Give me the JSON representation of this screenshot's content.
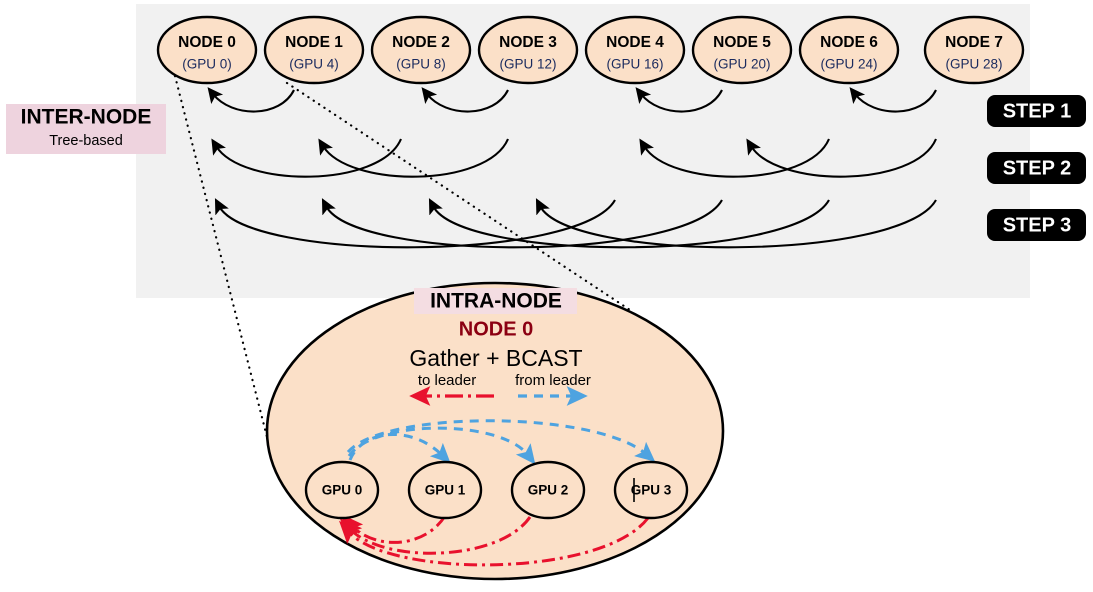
{
  "figure": {
    "title_inter": "INTER-NODE",
    "subtitle_inter": "Tree-based",
    "title_intra": "INTRA-NODE",
    "intra_node_name": "NODE 0",
    "intra_operation": "Gather + BCAST"
  },
  "nodes": [
    {
      "name": "NODE 0",
      "gpu": "(GPU 0)"
    },
    {
      "name": "NODE 1",
      "gpu": "(GPU 4)"
    },
    {
      "name": "NODE 2",
      "gpu": "(GPU 8)"
    },
    {
      "name": "NODE 3",
      "gpu": "(GPU 12)"
    },
    {
      "name": "NODE 4",
      "gpu": "(GPU 16)"
    },
    {
      "name": "NODE 5",
      "gpu": "(GPU 20)"
    },
    {
      "name": "NODE 6",
      "gpu": "(GPU 24)"
    },
    {
      "name": "NODE 7",
      "gpu": "(GPU 28)"
    }
  ],
  "steps": [
    {
      "label": "STEP 1"
    },
    {
      "label": "STEP 2"
    },
    {
      "label": "STEP 3"
    }
  ],
  "gpus": [
    {
      "label": "GPU 0"
    },
    {
      "label": "GPU 1"
    },
    {
      "label": "GPU 2"
    },
    {
      "label": "GPU 3"
    }
  ],
  "legend": [
    {
      "label": "to leader",
      "color": "#e8112d",
      "style": "dash-dot",
      "direction": "left"
    },
    {
      "label": "from leader",
      "color": "#4ea3e0",
      "style": "dashed",
      "direction": "right"
    }
  ],
  "colors": {
    "node_fill": "#fbe0c8",
    "panel_bg": "#f1f1f1",
    "pink_label": "#eed3de",
    "red_accent": "#e8112d",
    "blue_accent": "#4ea3e0",
    "dark_red_text": "#8b0012",
    "badge_bg": "#000000",
    "badge_text": "#ffffff"
  },
  "chart_data": {
    "type": "diagram",
    "title": "Hierarchical tree-based inter-node allreduce with intra-node gather + broadcast",
    "inter_node_steps": [
      {
        "step": "STEP 1",
        "distance": 1,
        "edges": [
          [
            1,
            0
          ],
          [
            3,
            2
          ],
          [
            5,
            4
          ],
          [
            7,
            6
          ]
        ]
      },
      {
        "step": "STEP 2",
        "distance": 2,
        "edges": [
          [
            2,
            0
          ],
          [
            3,
            1
          ],
          [
            6,
            4
          ],
          [
            7,
            5
          ]
        ]
      },
      {
        "step": "STEP 3",
        "distance": 4,
        "edges": [
          [
            4,
            0
          ],
          [
            5,
            1
          ],
          [
            6,
            2
          ],
          [
            7,
            3
          ]
        ]
      }
    ],
    "intra_node_edges": {
      "gather_to_leader": [
        [
          1,
          0
        ],
        [
          2,
          0
        ],
        [
          3,
          0
        ]
      ],
      "bcast_from_leader": [
        [
          0,
          1
        ],
        [
          0,
          2
        ],
        [
          0,
          3
        ]
      ]
    }
  }
}
